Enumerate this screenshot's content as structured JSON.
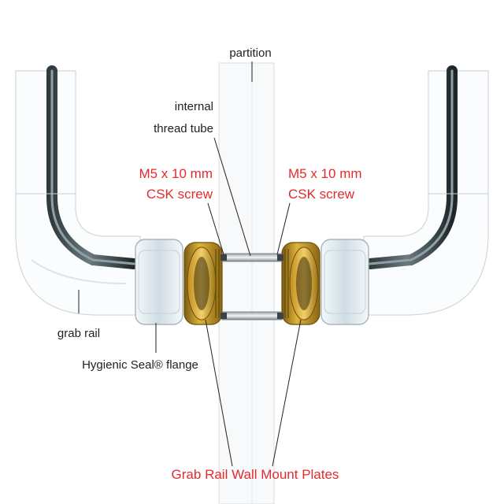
{
  "labels": {
    "partition": "partition",
    "internal_thread_tube_line1": "internal",
    "internal_thread_tube_line2": "thread tube",
    "screw_left_line1": "M5 x 10 mm",
    "screw_left_line2": "CSK screw",
    "screw_right_line1": "M5 x 10 mm",
    "screw_right_line2": "CSK screw",
    "grab_rail": "grab rail",
    "hygienic_seal_flange": "Hygienic Seal® flange",
    "wall_mount_plates": "Grab Rail Wall Mount Plates"
  },
  "colors": {
    "callout_red": "#e32b2b",
    "label_dark": "#222222",
    "brass": "#b8860b",
    "chrome": "#dfe6ea"
  }
}
